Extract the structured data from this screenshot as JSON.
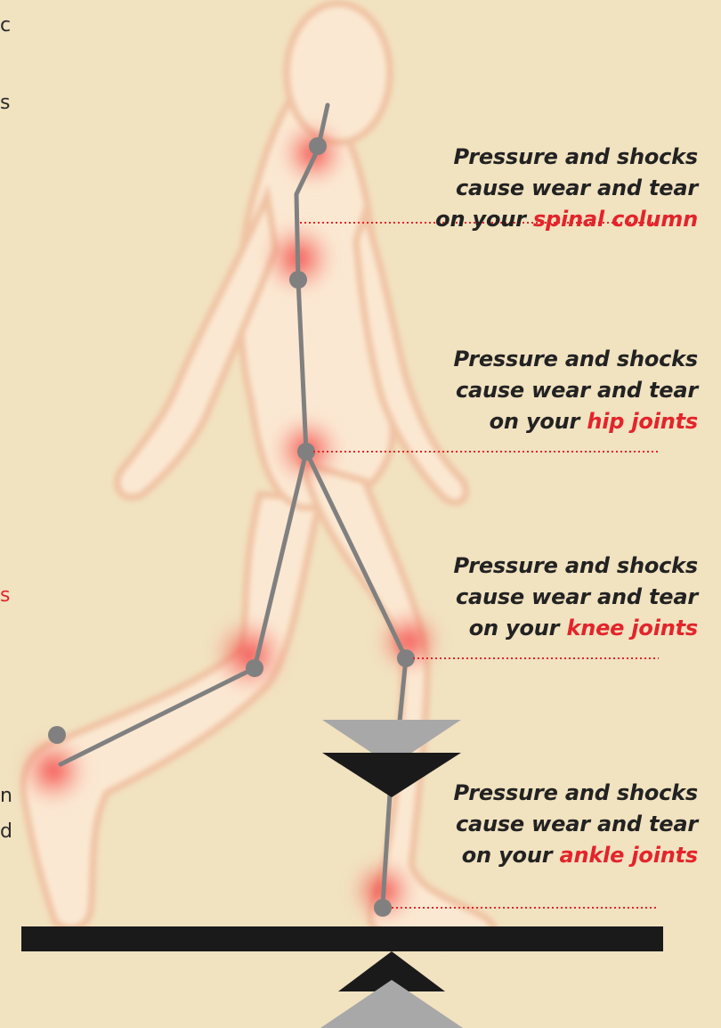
{
  "colors": {
    "background": "#f1e2c0",
    "highlight": "#e3242b",
    "skeleton": "#808080",
    "text": "#222222",
    "plate_dark": "#1a1a1a",
    "plate_grey": "#a8a8a8"
  },
  "figure": {
    "icon": "walking-human-figure",
    "pain_points": [
      "neck",
      "spine",
      "hip",
      "knee-front",
      "knee-back",
      "ankle-front",
      "heel-back"
    ]
  },
  "edge_letters": [
    "c",
    "s",
    "s",
    "n",
    "d"
  ],
  "callouts": [
    {
      "line1": "Pressure and shocks",
      "line2": "cause wear and tear",
      "prefix": "on your ",
      "highlight": "spinal column"
    },
    {
      "line1": "Pressure and shocks",
      "line2": "cause wear and tear",
      "prefix": "on your ",
      "highlight": "hip joints"
    },
    {
      "line1": "Pressure and shocks",
      "line2": "cause wear and tear",
      "prefix": "on your ",
      "highlight": "knee joints"
    },
    {
      "line1": "Pressure and shocks",
      "line2": "cause wear and tear",
      "prefix": "on your ",
      "highlight": "ankle joints"
    }
  ]
}
